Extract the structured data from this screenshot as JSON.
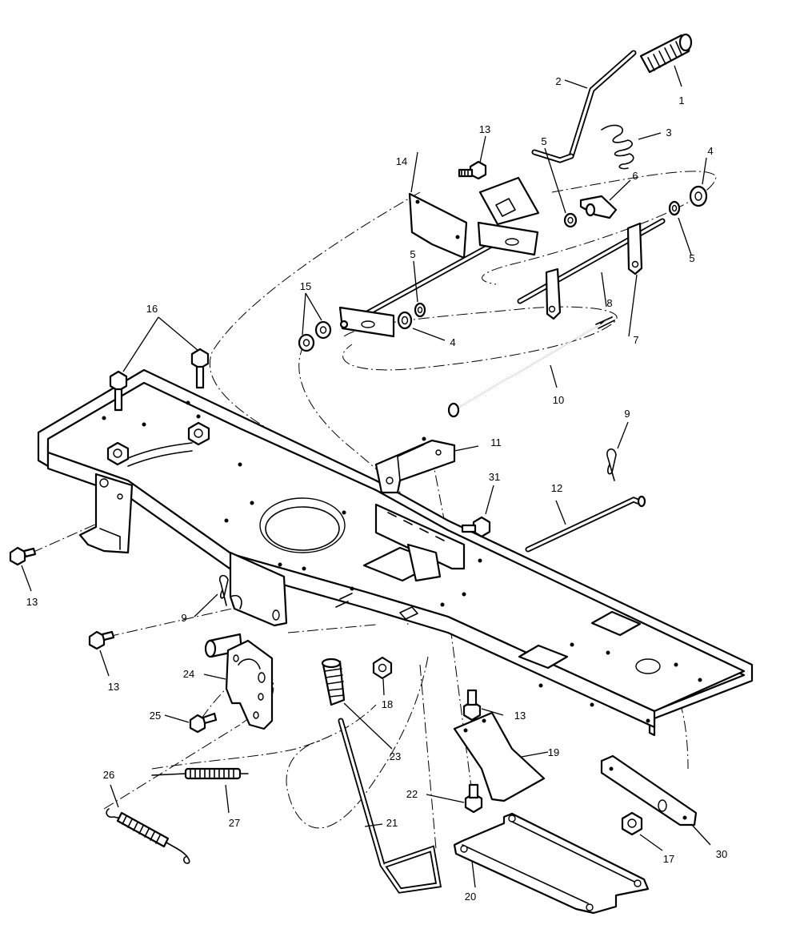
{
  "callouts": [
    {
      "id": "c1",
      "text": "1"
    },
    {
      "id": "c2",
      "text": "2"
    },
    {
      "id": "c3",
      "text": "3"
    },
    {
      "id": "c4a",
      "text": "4"
    },
    {
      "id": "c4b",
      "text": "4"
    },
    {
      "id": "c5a",
      "text": "5"
    },
    {
      "id": "c5b",
      "text": "5"
    },
    {
      "id": "c5c",
      "text": "5"
    },
    {
      "id": "c6",
      "text": "6"
    },
    {
      "id": "c7",
      "text": "7"
    },
    {
      "id": "c8",
      "text": "8"
    },
    {
      "id": "c9a",
      "text": "9"
    },
    {
      "id": "c9b",
      "text": "9"
    },
    {
      "id": "c10",
      "text": "10"
    },
    {
      "id": "c11",
      "text": "11"
    },
    {
      "id": "c12",
      "text": "12"
    },
    {
      "id": "c13a",
      "text": "13"
    },
    {
      "id": "c13b",
      "text": "13"
    },
    {
      "id": "c13c",
      "text": "13"
    },
    {
      "id": "c13d",
      "text": "13"
    },
    {
      "id": "c14",
      "text": "14"
    },
    {
      "id": "c15",
      "text": "15"
    },
    {
      "id": "c16",
      "text": "16"
    },
    {
      "id": "c17",
      "text": "17"
    },
    {
      "id": "c18",
      "text": "18"
    },
    {
      "id": "c19",
      "text": "19"
    },
    {
      "id": "c20",
      "text": "20"
    },
    {
      "id": "c21",
      "text": "21"
    },
    {
      "id": "c22",
      "text": "22"
    },
    {
      "id": "c23",
      "text": "23"
    },
    {
      "id": "c24",
      "text": "24"
    },
    {
      "id": "c25",
      "text": "25"
    },
    {
      "id": "c26",
      "text": "26"
    },
    {
      "id": "c27",
      "text": "27"
    },
    {
      "id": "c30",
      "text": "30"
    },
    {
      "id": "c31",
      "text": "31"
    }
  ]
}
